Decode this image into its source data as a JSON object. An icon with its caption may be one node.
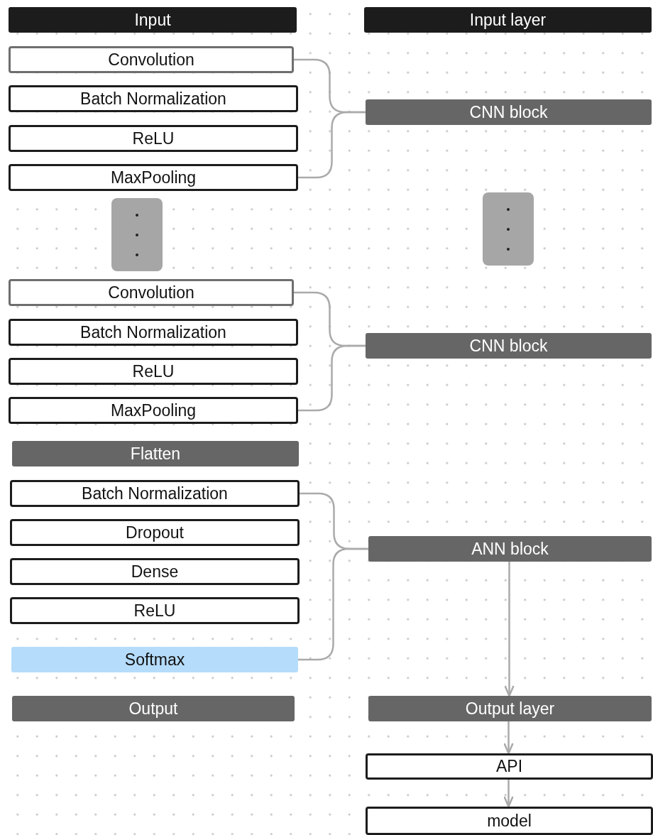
{
  "diagram": {
    "nodes": [
      {
        "text": [
          "Input"
        ]
      },
      {
        "text": [
          "Convolution"
        ]
      },
      {
        "text": [
          "Batch Normalization"
        ]
      },
      {
        "text": [
          "ReLU"
        ]
      },
      {
        "text": [
          "MaxPooling"
        ]
      },
      {
        "text": [],
        "shape": "box"
      },
      {
        "text": [
          "Convolution"
        ]
      },
      {
        "text": [
          "Batch Normalization"
        ]
      },
      {
        "text": [
          "ReLU"
        ]
      },
      {
        "text": [
          "MaxPooling"
        ]
      },
      {
        "text": [
          "Flatten"
        ]
      },
      {
        "text": [
          "Batch Normalization"
        ]
      },
      {
        "text": [
          "Dropout"
        ]
      },
      {
        "text": [
          "Dense"
        ]
      },
      {
        "text": [
          "ReLU"
        ]
      },
      {
        "text": [
          "Softmax"
        ]
      },
      {
        "text": [
          "Output"
        ]
      },
      {
        "text": [
          "Input layer"
        ]
      },
      {
        "text": [
          "CNN block"
        ]
      },
      {
        "text": [],
        "shape": "box"
      },
      {
        "text": [
          "CNN block"
        ]
      },
      {
        "text": [
          "ANN block"
        ]
      },
      {
        "text": [
          "Output layer"
        ]
      },
      {
        "text": [
          "API"
        ]
      },
      {
        "text": [
          "model"
        ]
      }
    ],
    "edges": [
      {
        "from": 1,
        "to": 18,
        "arrow": "none"
      },
      {
        "from": 4,
        "to": 18,
        "arrow": "none"
      },
      {
        "from": 6,
        "to": 20,
        "arrow": "none"
      },
      {
        "from": 9,
        "to": 20,
        "arrow": "none"
      },
      {
        "from": 11,
        "to": 21,
        "arrow": "none"
      },
      {
        "from": 15,
        "to": 21,
        "arrow": "none"
      },
      {
        "from": 21,
        "to": 22,
        "arrow": "to"
      },
      {
        "from": 22,
        "to": 23,
        "arrow": "to"
      },
      {
        "from": 23,
        "to": 24,
        "arrow": "to"
      }
    ]
  }
}
